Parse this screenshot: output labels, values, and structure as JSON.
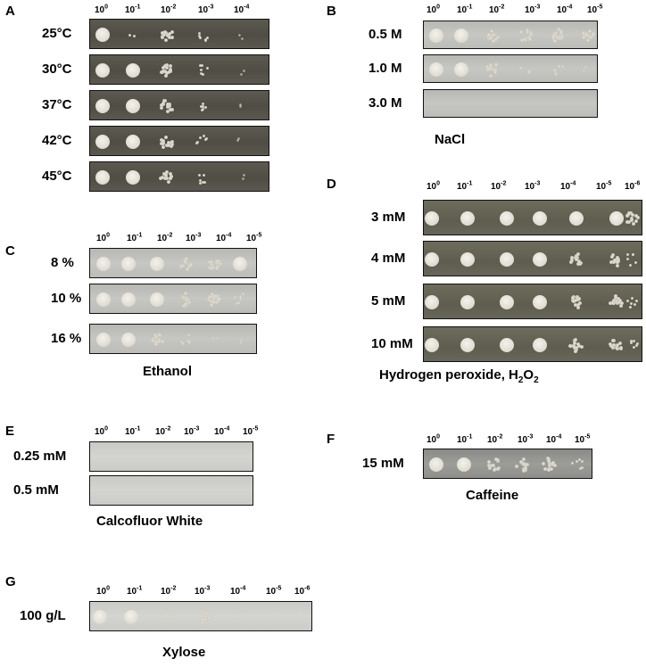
{
  "panels": [
    {
      "id": "A",
      "letter": "A",
      "caption": "",
      "dilutions": [
        "10^0",
        "10^-1",
        "10^-2",
        "10^-3",
        "10^-4"
      ],
      "rows": [
        {
          "label": "25°C",
          "growth": [
            "solid",
            "speck",
            "dense",
            "sparse",
            "faint"
          ]
        },
        {
          "label": "30°C",
          "growth": [
            "solid",
            "solid",
            "dense",
            "sparse",
            "faint"
          ]
        },
        {
          "label": "37°C",
          "growth": [
            "solid",
            "solid",
            "dense",
            "sparse",
            "faint"
          ]
        },
        {
          "label": "42°C",
          "growth": [
            "solid",
            "solid",
            "dense",
            "sparse",
            "faint"
          ]
        },
        {
          "label": "45°C",
          "growth": [
            "solid",
            "solid",
            "dense",
            "sparse",
            "faint"
          ]
        }
      ]
    },
    {
      "id": "B",
      "letter": "B",
      "caption": "NaCl",
      "dilutions": [
        "10^0",
        "10^-1",
        "10^-2",
        "10^-3",
        "10^-4",
        "10^-5"
      ],
      "rows": [
        {
          "label": "0.5 M",
          "growth": [
            "solid",
            "solid",
            "dense",
            "dense",
            "dense",
            "dense"
          ]
        },
        {
          "label": "1.0 M",
          "growth": [
            "solid",
            "solid",
            "dense",
            "sparse",
            "sparse",
            "faint"
          ]
        },
        {
          "label": "3.0 M",
          "growth": [
            "none",
            "none",
            "none",
            "none",
            "none",
            "none"
          ]
        }
      ]
    },
    {
      "id": "C",
      "letter": "C",
      "caption": "Ethanol",
      "dilutions": [
        "10^0",
        "10^-1",
        "10^-2",
        "10^-3",
        "10^-4",
        "10^-5"
      ],
      "rows": [
        {
          "label": "8 %",
          "growth": [
            "solid",
            "solid",
            "solid",
            "dense",
            "dense",
            "solid"
          ]
        },
        {
          "label": "10 %",
          "growth": [
            "solid",
            "solid",
            "solid",
            "dense",
            "dense",
            "sparse"
          ]
        },
        {
          "label": "16 %",
          "growth": [
            "solid",
            "solid",
            "dense",
            "sparse",
            "faint",
            "faint"
          ]
        }
      ]
    },
    {
      "id": "D",
      "letter": "D",
      "caption": "Hydrogen peroxide, H",
      "caption_sub": "2",
      "caption_suffix": "O",
      "caption_sub2": "2",
      "dilutions": [
        "10^0",
        "10^-1",
        "10^-2",
        "10^-3",
        "10^-4",
        "10^-5",
        "10^-6"
      ],
      "rows": [
        {
          "label": "3 mM",
          "growth": [
            "solid",
            "solid",
            "solid",
            "solid",
            "solid",
            "solid",
            "dense"
          ]
        },
        {
          "label": "4 mM",
          "growth": [
            "solid",
            "solid",
            "solid",
            "solid",
            "dense",
            "dense",
            "sparse"
          ]
        },
        {
          "label": "5 mM",
          "growth": [
            "solid",
            "solid",
            "solid",
            "solid",
            "dense",
            "dense",
            "sparse"
          ]
        },
        {
          "label": "10 mM",
          "growth": [
            "solid",
            "solid",
            "solid",
            "solid",
            "dense",
            "dense",
            "sparse"
          ]
        }
      ]
    },
    {
      "id": "E",
      "letter": "E",
      "caption": "Calcofluor White",
      "dilutions": [
        "10^0",
        "10^-1",
        "10^-2",
        "10^-3",
        "10^-4",
        "10^-5"
      ],
      "rows": [
        {
          "label": "0.25 mM",
          "growth": [
            "none",
            "none",
            "none",
            "none",
            "none",
            "none"
          ]
        },
        {
          "label": "0.5   mM",
          "growth": [
            "none",
            "none",
            "none",
            "none",
            "none",
            "none"
          ]
        }
      ]
    },
    {
      "id": "F",
      "letter": "F",
      "caption": "Caffeine",
      "dilutions": [
        "10^0",
        "10^-1",
        "10^-2",
        "10^-3",
        "10^-4",
        "10^-5"
      ],
      "rows": [
        {
          "label": "15 mM",
          "growth": [
            "solid",
            "solid",
            "dense",
            "dense",
            "dense",
            "sparse"
          ]
        }
      ]
    },
    {
      "id": "G",
      "letter": "G",
      "caption": "Xylose",
      "dilutions": [
        "10^0",
        "10^-1",
        "10^-2",
        "10^-3",
        "10^-4",
        "10^-5",
        "10^-6"
      ],
      "rows": [
        {
          "label": "100 g/L",
          "growth": [
            "solid",
            "solid",
            "sparse",
            "dense",
            "faint",
            "faint",
            "faint"
          ]
        }
      ]
    }
  ]
}
